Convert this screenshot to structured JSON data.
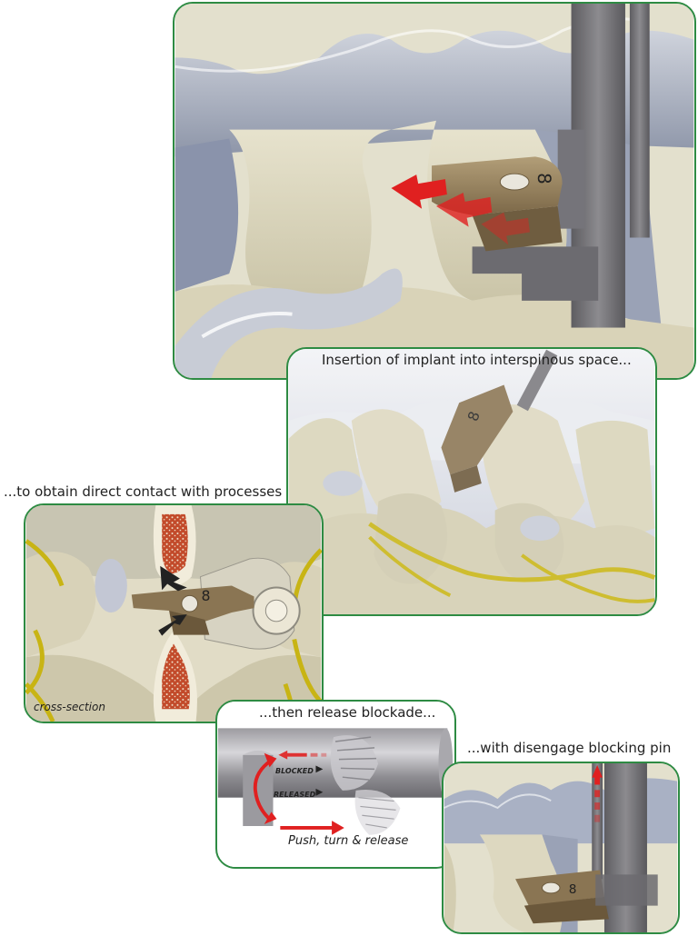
{
  "captions": {
    "insertion": "Insertion of implant into interspinous space...",
    "contact": "...to obtain direct contact with processes",
    "release": "...then release blockade...",
    "disengage": "...with disengage blocking pin"
  },
  "labels": {
    "cross_section": "cross-section",
    "blocked": "BLOCKED",
    "released": "RELEASED",
    "push_turn_release": "Push, turn & release"
  },
  "implant_marking": "8",
  "colors": {
    "frame": "#2e8b43",
    "bone": "#ddd8c0",
    "ligament": "#a9b1c4",
    "implant": "#8a7553",
    "nerve": "#c8b414",
    "arrow": "#e02020",
    "instrument": "#77767a"
  }
}
